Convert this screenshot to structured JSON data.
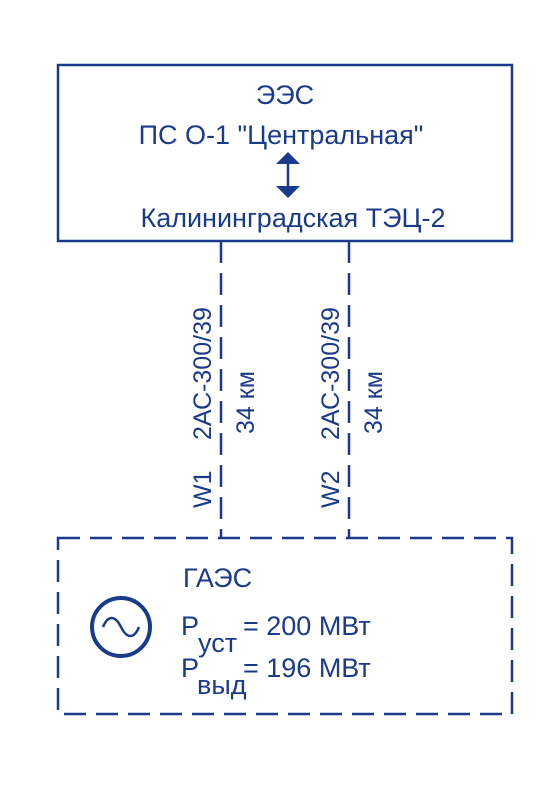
{
  "colors": {
    "line": "#1a3a8c",
    "text": "#1a3a8c",
    "background": "#ffffff"
  },
  "system_box": {
    "title": "ЭЭС",
    "substation": "ПС О-1 \"Центральная\"",
    "plant": "Калининградская ТЭЦ-2",
    "connector_icon": "double-arrow-vertical"
  },
  "lines": [
    {
      "id": "W1",
      "cable": "2АС-300/39",
      "length": "34 км"
    },
    {
      "id": "W2",
      "cable": "2АС-300/39",
      "length": "34 км"
    }
  ],
  "station_box": {
    "name": "ГАЭС",
    "generator_icon": "ac-generator",
    "p_install": {
      "symbol": "P",
      "subscript": "уст",
      "value": "= 200 МВт"
    },
    "p_output": {
      "symbol": "P",
      "subscript": "выд",
      "value": "= 196 МВт"
    }
  }
}
